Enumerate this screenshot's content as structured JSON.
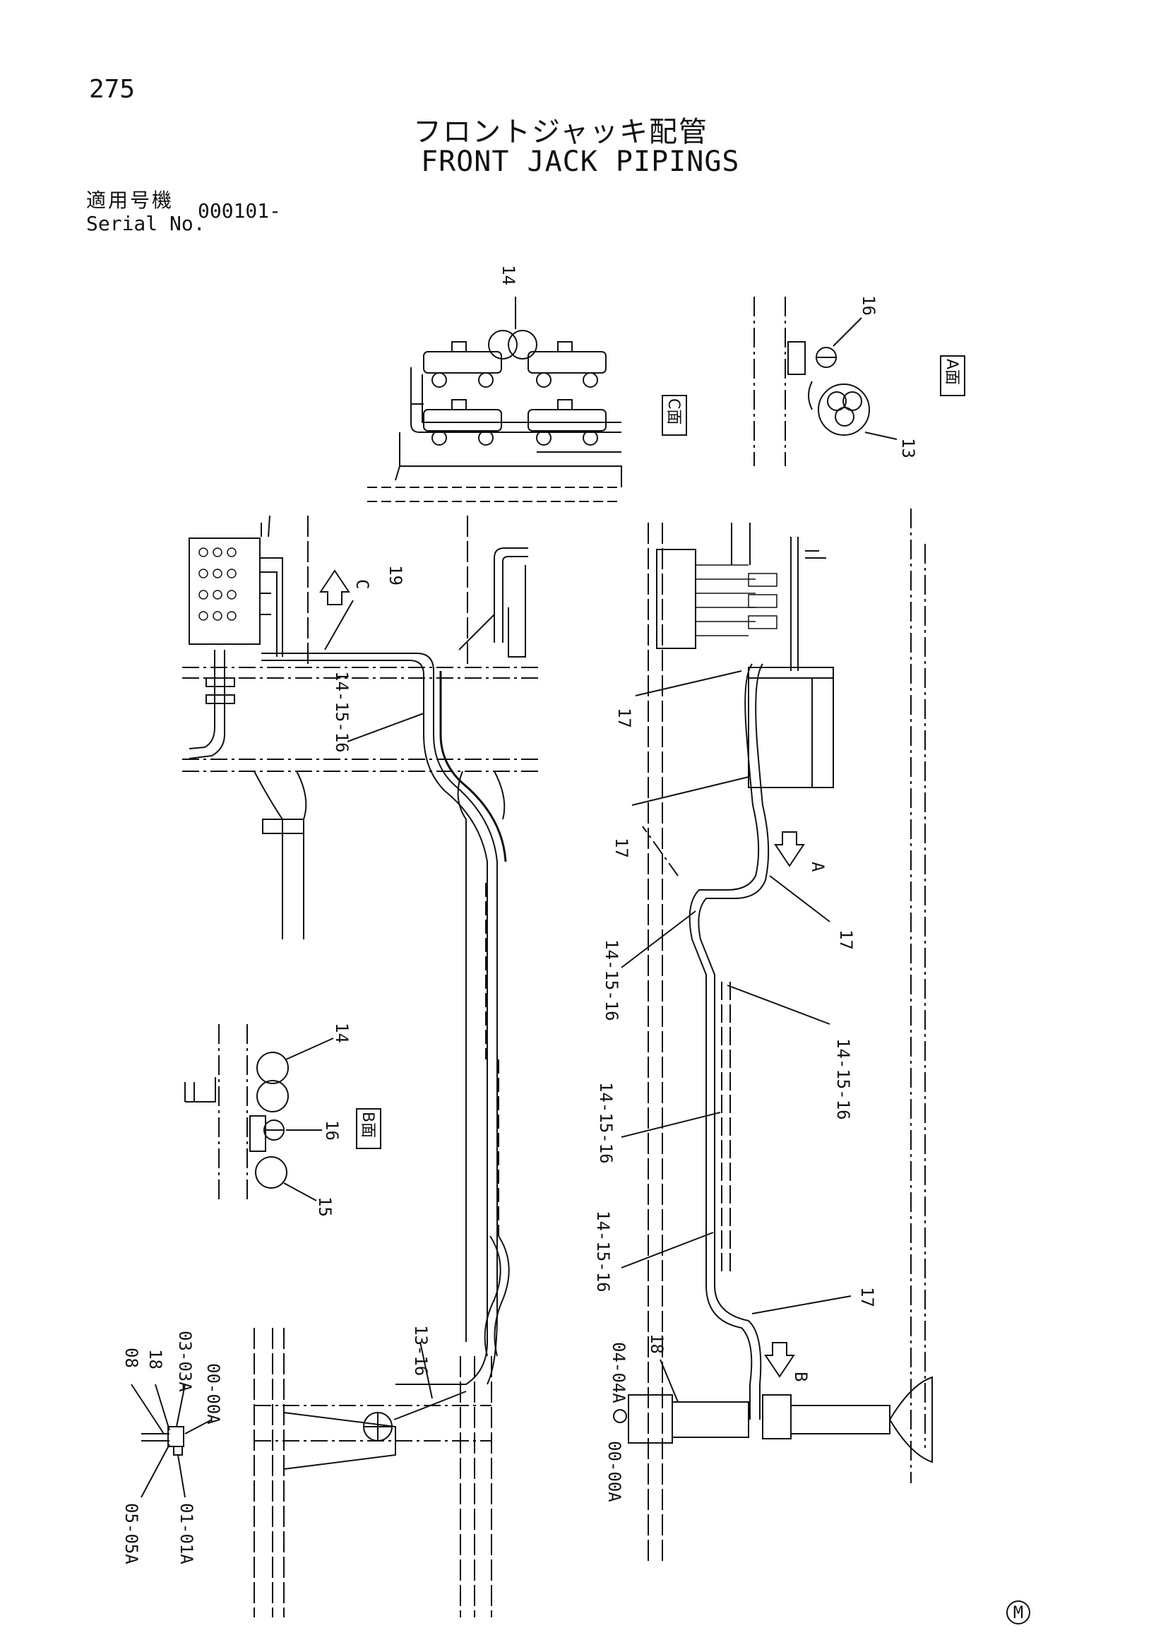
{
  "page_number": "275",
  "title_jp": "フロントジャッキ配管",
  "title_en": "FRONT JACK PIPINGS",
  "serial_label_jp": "適用号機",
  "serial_label_en": "Serial No.",
  "serial_value": "000101-",
  "view_labels": {
    "c": "C面",
    "a": "A面",
    "b": "B面"
  },
  "arrow_labels": {
    "c": "C",
    "a": "A",
    "b": "B"
  },
  "callouts": {
    "c14": "14",
    "a16": "16",
    "a13": "13",
    "b14": "14",
    "b16": "16",
    "b15": "15",
    "l19": "19",
    "l14_15_16": "14-15-16",
    "l13_16": "13-16",
    "r17a": "17",
    "r17b": "17",
    "r17c": "17",
    "r17d": "17",
    "r14_15_16a": "14-15-16",
    "r14_15_16b": "14-15-16",
    "r14_15_16c": "14-15-16",
    "r14_15_16d": "14-15-16",
    "r18": "18",
    "r04_04A": "04-04A",
    "r00_00A": "00-00A",
    "d08": "08",
    "d18": "18",
    "d03_03A": "03-03A",
    "d00_00A": "00-00A",
    "d05_05A": "05-05A",
    "d01_01A": "01-01A"
  },
  "corner_mark": "M"
}
